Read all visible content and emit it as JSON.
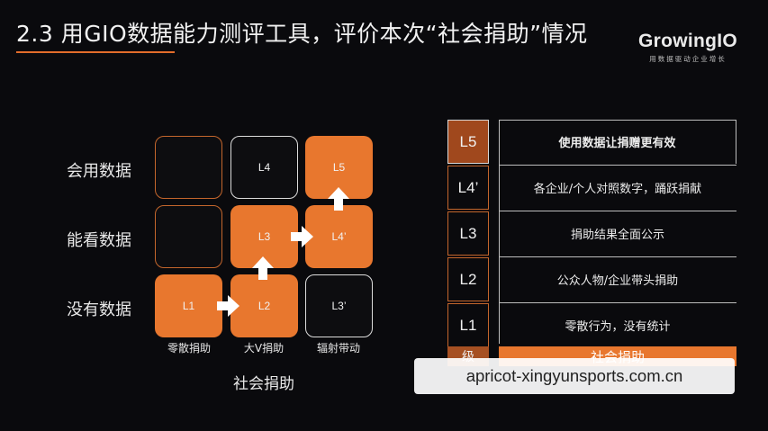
{
  "slide": {
    "title": "2.3 用GIO数据能力测评工具，评价本次“社会捐助”情况"
  },
  "logo": {
    "brand": "GrowingIO",
    "tagline": "用数据驱动企业增长"
  },
  "matrix": {
    "rows": [
      "会用数据",
      "能看数据",
      "没有数据"
    ],
    "columns": [
      "零散捐助",
      "大V捐助",
      "辐射带动"
    ],
    "axis_label": "社会捐助",
    "cells": {
      "r0c0": "",
      "r0c1": "L4",
      "r0c2": "L5",
      "r1c0": "",
      "r1c1": "L3",
      "r1c2": "L4’",
      "r2c0": "L1",
      "r2c1": "L2",
      "r2c2": "L3’"
    }
  },
  "table": {
    "rows": [
      {
        "level": "L5",
        "desc": "使用数据让捐赠更有效"
      },
      {
        "level": "L4’",
        "desc": "各企业/个人对照数字，踊跃捐献"
      },
      {
        "level": "L3",
        "desc": "捐助结果全面公示"
      },
      {
        "level": "L2",
        "desc": "公众人物/企业带头捐助"
      },
      {
        "level": "L1",
        "desc": "零散行为，没有统计"
      }
    ],
    "footer_level": "级",
    "footer_desc": "社会捐助"
  },
  "colors": {
    "accent": "#e8772e",
    "dark_orange": "#a65022",
    "background": "#0a0a0d"
  },
  "watermark": "apricot-xingyunsports.com.cn"
}
